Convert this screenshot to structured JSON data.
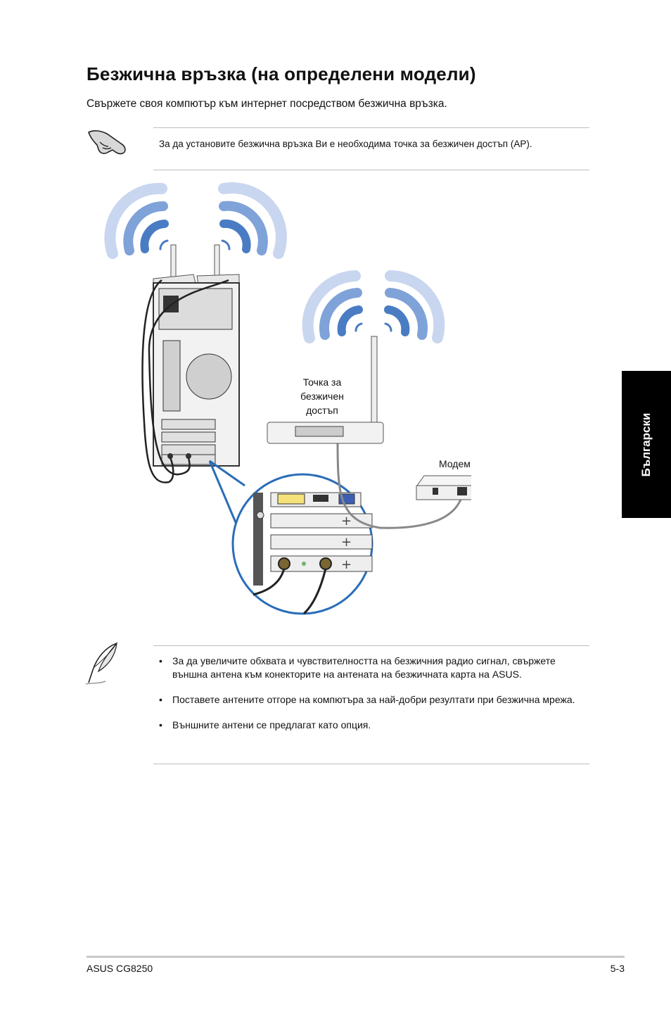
{
  "title": "Безжична връзка (на определени модели)",
  "intro": "Свържете своя компютър към интернет посредством безжична връзка.",
  "note": "За да установите безжична връзка Ви е необходима точка за безжичен достъп (AP).",
  "diagram": {
    "access_point_label": [
      "Точка за",
      "безжичен",
      "достъп"
    ],
    "modem_label": "Модем"
  },
  "side_tab": "Български",
  "tips": [
    "За да увеличите обхвата и чувствителността на безжичния радио сигнал, свържете външна антена към конекторите на антената на безжичната карта на ASUS.",
    "Поставете антените отгоре на компютъра за най-добри резултати при безжична мрежа.",
    "Външните антени се предлагат като опция."
  ],
  "footer": {
    "left": "ASUS CG8250",
    "right": "5-3"
  },
  "colors": {
    "wave_light": "#c9d6ef",
    "wave_mid": "#7fa2d8",
    "wave_dark": "#4a7cc4",
    "zoom_circle": "#2a6db8"
  }
}
